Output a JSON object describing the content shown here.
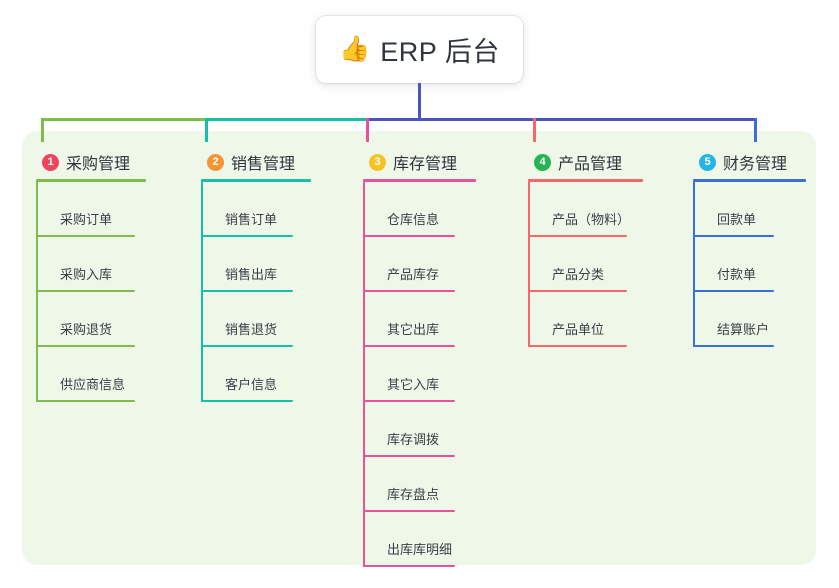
{
  "root": {
    "emoji": "👍",
    "emoji_name": "thumbs-up-icon",
    "title": "ERP 后台"
  },
  "theme": {
    "panel_bg": "#eff7e9",
    "page_bg": "#ffffff",
    "root_stem": "#4b55bd",
    "text": "#30353c"
  },
  "bus": {
    "segments": [
      {
        "name": "bus-green",
        "color": "#7fbc4c"
      },
      {
        "name": "bus-teal",
        "color": "#16c0a6"
      },
      {
        "name": "bus-purple",
        "color": "#4b55bd"
      }
    ]
  },
  "columns": [
    {
      "index": "1",
      "title": "采购管理",
      "badge_color": "#f0435c",
      "line_color": "#7fbc4c",
      "drop_color": "#7fbc4c",
      "items": [
        "采购订单",
        "采购入库",
        "采购退货",
        "供应商信息"
      ]
    },
    {
      "index": "2",
      "title": "销售管理",
      "badge_color": "#f79434",
      "line_color": "#16c0a6",
      "drop_color": "#16c0a6",
      "items": [
        "销售订单",
        "销售出库",
        "销售退货",
        "客户信息"
      ]
    },
    {
      "index": "3",
      "title": "库存管理",
      "badge_color": "#f6c324",
      "line_color": "#e8529b",
      "drop_color": "#e8529b",
      "items": [
        "仓库信息",
        "产品库存",
        "其它出库",
        "其它入库",
        "库存调拨",
        "库存盘点",
        "出库库明细"
      ]
    },
    {
      "index": "4",
      "title": "产品管理",
      "badge_color": "#24b454",
      "line_color": "#f4676a",
      "drop_color": "#f4676a",
      "items": [
        "产品（物料）",
        "产品分类",
        "产品单位"
      ]
    },
    {
      "index": "5",
      "title": "财务管理",
      "badge_color": "#26b3e8",
      "line_color": "#3b6fd4",
      "drop_color": "#3b6fd4",
      "items": [
        "回款单",
        "付款单",
        "结算账户"
      ]
    }
  ]
}
